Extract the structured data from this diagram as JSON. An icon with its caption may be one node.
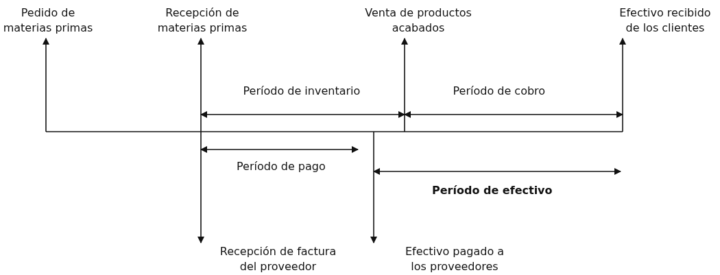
{
  "diagram": {
    "nodes": [
      {
        "text": [
          "Pedido de materias primas"
        ]
      },
      {
        "text": [
          "Recepción de materias primas"
        ]
      },
      {
        "text": [
          "Venta de productos acabados"
        ]
      },
      {
        "text": [
          "Efectivo recibido de los clientes"
        ]
      },
      {
        "text": [
          "Recepción de factura del proveedor"
        ]
      },
      {
        "text": [
          "Efectivo pagado a los proveedores"
        ]
      }
    ],
    "edges": [
      {
        "from": null,
        "to": 0,
        "arrow": "to"
      },
      {
        "from": null,
        "to": 1,
        "arrow": "to"
      },
      {
        "from": null,
        "to": 2,
        "arrow": "to"
      },
      {
        "from": null,
        "to": 3,
        "arrow": "to"
      },
      {
        "from": null,
        "to": 4,
        "arrow": "to"
      },
      {
        "from": null,
        "to": 5,
        "arrow": "to"
      }
    ],
    "labels": [
      "Período de inventario",
      "Período de cobro",
      "Período de pago",
      "Período de efectivo"
    ]
  }
}
